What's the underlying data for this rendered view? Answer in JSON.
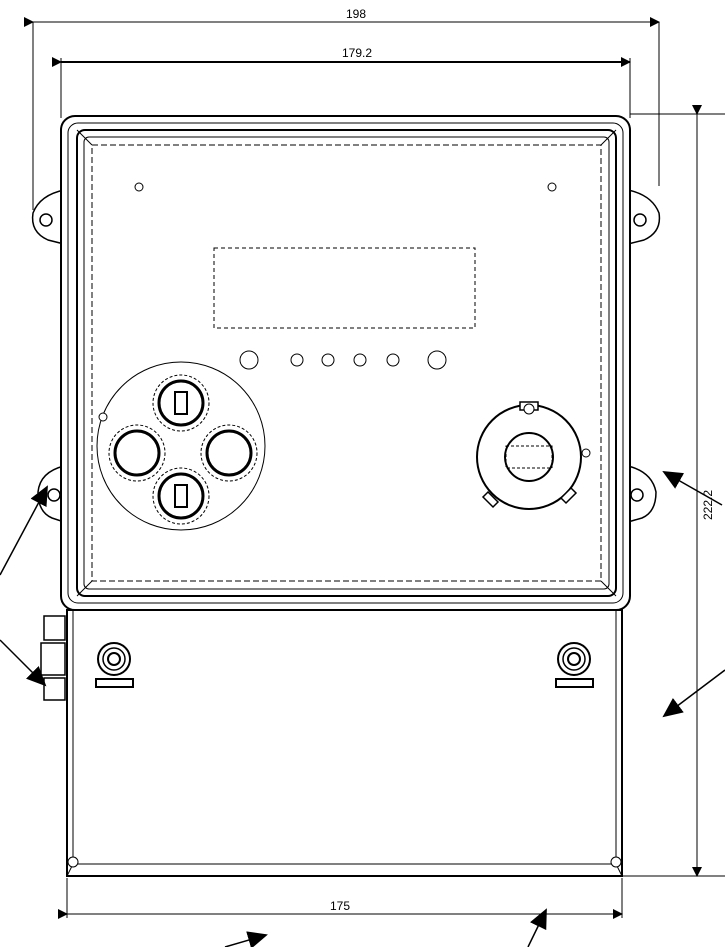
{
  "dimensions": {
    "overall_width": "198",
    "body_width": "179.2",
    "height": "222.2",
    "bottom_width": "175"
  },
  "colors": {
    "line": "#000000",
    "fill": "#ffffff"
  },
  "annotation_arrow_count": 6
}
